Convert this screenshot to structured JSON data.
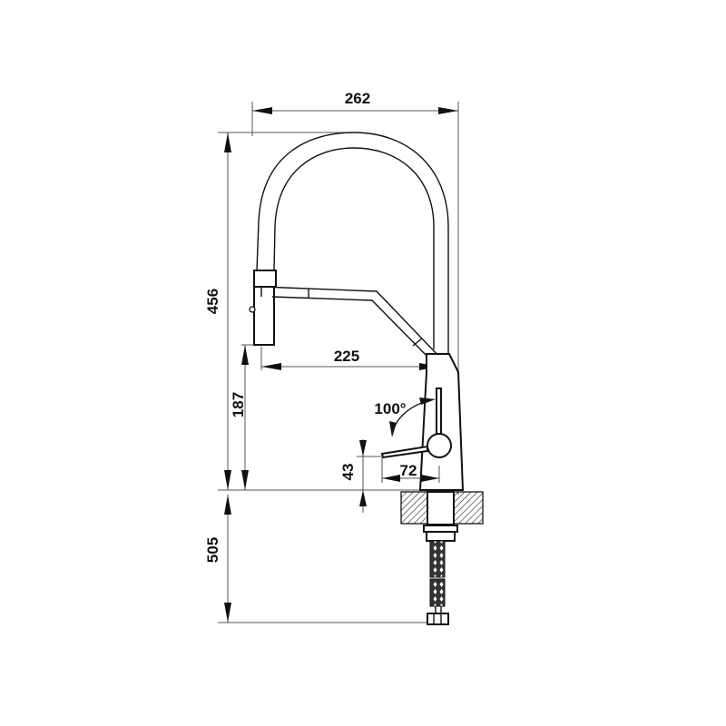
{
  "title": "Kitchen faucet dimension drawing (side view)",
  "units": "mm",
  "dimensions": {
    "overall_width": "262",
    "overall_height": "456",
    "spout_reach": "225",
    "spout_clearance": "187",
    "handle_angle": "100°",
    "handle_height": "43",
    "handle_reach": "72",
    "hose_length": "505"
  },
  "components": [
    "gooseneck-spout",
    "pull-down-spray-head",
    "faucet-body",
    "lever-handle",
    "countertop-section",
    "mounting-nut",
    "braided-hose",
    "hose-connector"
  ],
  "colors": {
    "line": "#111111",
    "dimension_line": "#555555",
    "background": "#ffffff"
  }
}
